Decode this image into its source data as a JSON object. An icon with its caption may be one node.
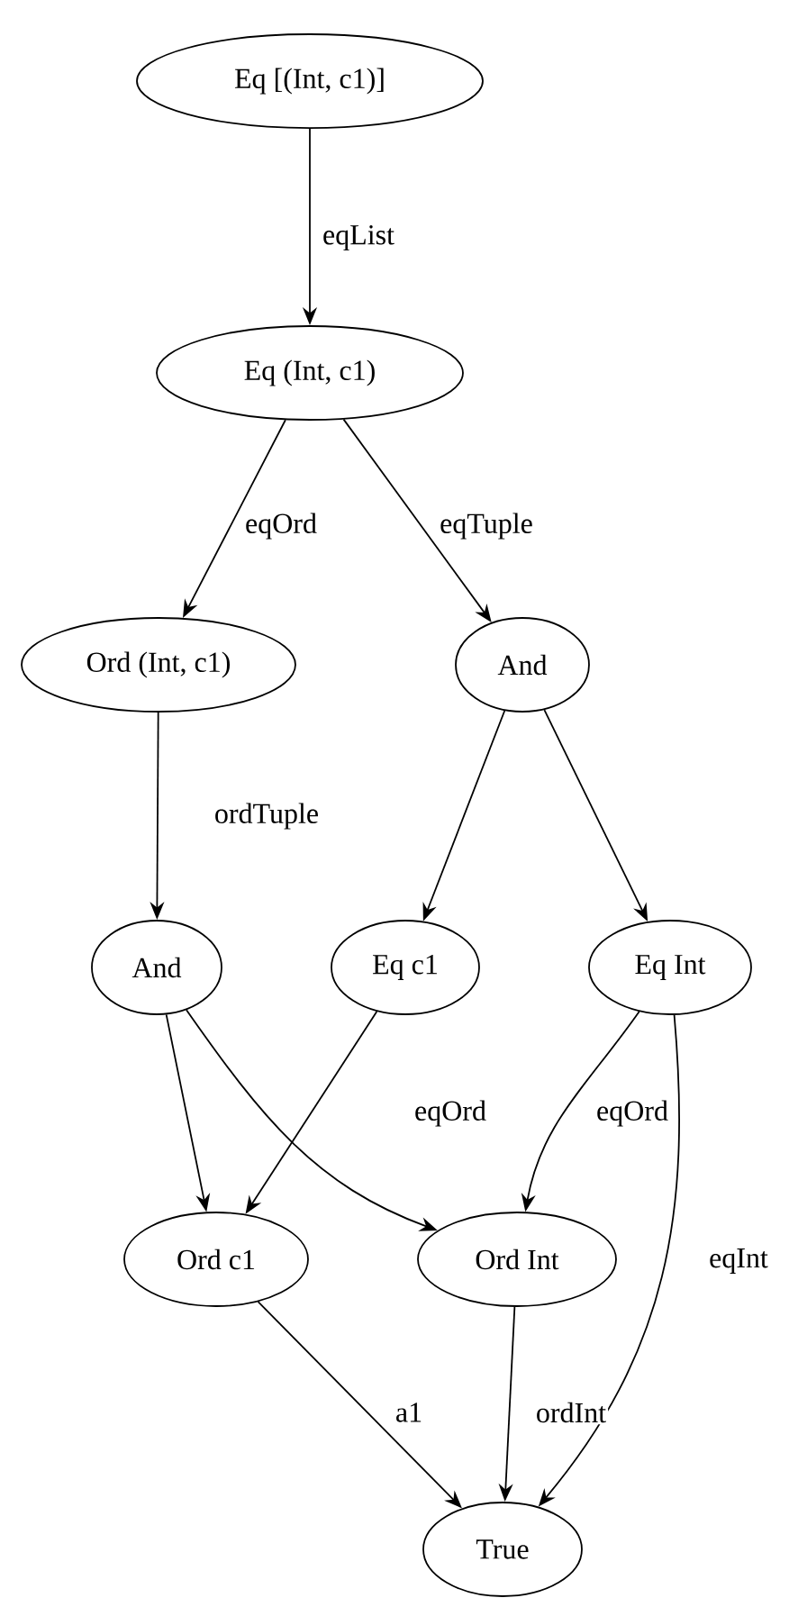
{
  "diagram": {
    "nodes": [
      {
        "text": [
          "Eq  [(Int, c1)]"
        ]
      },
      {
        "text": [
          "Eq (Int, c1)"
        ]
      },
      {
        "text": [
          "Ord (Int, c1)"
        ]
      },
      {
        "text": [
          "And"
        ]
      },
      {
        "text": [
          "And"
        ]
      },
      {
        "text": [
          "Eq c1"
        ]
      },
      {
        "text": [
          "Eq Int"
        ]
      },
      {
        "text": [
          "Ord c1"
        ]
      },
      {
        "text": [
          "Ord Int"
        ]
      },
      {
        "text": [
          "True"
        ]
      }
    ],
    "edges": [
      {
        "from": 0,
        "to": 1,
        "arrow": "to",
        "label": "eqList"
      },
      {
        "from": 1,
        "to": 2,
        "arrow": "to",
        "label": "eqOrd"
      },
      {
        "from": 1,
        "to": 3,
        "arrow": "to",
        "label": "eqTuple"
      },
      {
        "from": 2,
        "to": 4,
        "arrow": "to",
        "label": "ordTuple"
      },
      {
        "from": 3,
        "to": 5,
        "arrow": "to"
      },
      {
        "from": 3,
        "to": 6,
        "arrow": "to"
      },
      {
        "from": 4,
        "to": 7,
        "arrow": "to"
      },
      {
        "from": 4,
        "to": 8,
        "arrow": "to"
      },
      {
        "from": 5,
        "to": 7,
        "arrow": "to",
        "label": "eqOrd"
      },
      {
        "from": 6,
        "to": 8,
        "arrow": "to",
        "label": "eqOrd"
      },
      {
        "from": 6,
        "to": 9,
        "arrow": "to",
        "label": "eqInt"
      },
      {
        "from": 7,
        "to": 9,
        "arrow": "to",
        "label": "a1"
      },
      {
        "from": 8,
        "to": 9,
        "arrow": "to",
        "label": "ordInt"
      }
    ]
  }
}
